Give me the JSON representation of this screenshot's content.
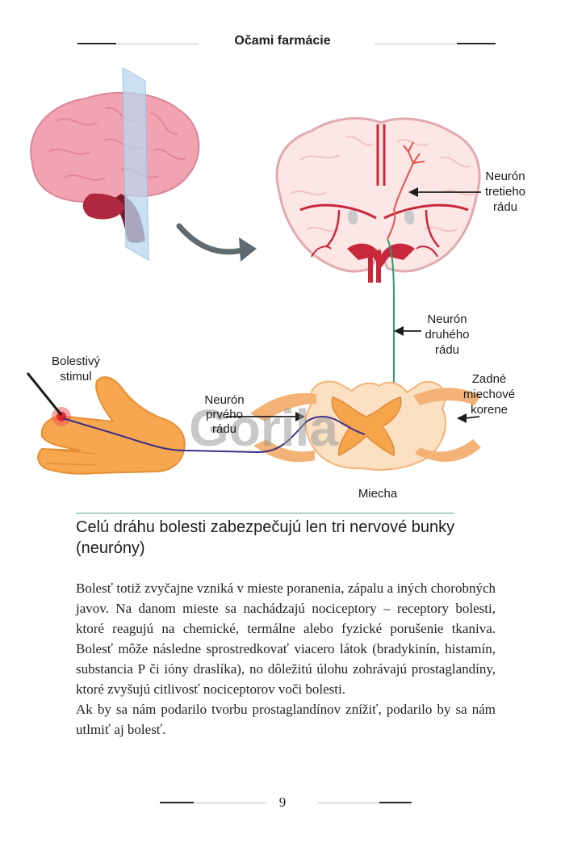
{
  "header": {
    "title": "Očami farmácie"
  },
  "figure": {
    "labels": {
      "stimulus_line1": "Bolestivý",
      "stimulus_line2": "stimul",
      "first_neuron_line1": "Neurón",
      "first_neuron_line2": "prvého",
      "first_neuron_line3": "rádu",
      "second_neuron_line1": "Neurón",
      "second_neuron_line2": "druhého",
      "second_neuron_line3": "rádu",
      "third_neuron_line1": "Neurón",
      "third_neuron_line2": "tretieho",
      "third_neuron_line3": "rádu",
      "roots_line1": "Zadné",
      "roots_line2": "miechové",
      "roots_line3": "korene",
      "spinal_cord": "Miecha"
    },
    "watermark": "Gorila",
    "colors": {
      "brain_pink": "#f2a3b1",
      "brain_red": "#c8283c",
      "cord_orange": "#f6a54b",
      "hand_orange": "#f7a750",
      "neuron1_purple": "#3c2f86",
      "neuron2_green": "#2e9b6f",
      "plane_blue": "#b9d7ef"
    }
  },
  "caption": "Celú dráhu bolesti zabezpečujú len tri nervové bunky (neuróny)",
  "body": {
    "paragraph1": "Bolesť totiž zvyčajne vzniká v mieste poranenia, zápalu a iných chorobných javov. Na danom mieste sa nachádzajú nociceptory – receptory bolesti, ktoré reagujú na chemické, termálne alebo fyzické porušenie tkaniva. Bolesť môže následne sprostredkovať viacero látok (bradykinín, histamín, substancia P či ióny draslíka), no dôležitú úlohu zohrávajú prostaglandíny, ktoré zvyšujú citlivosť nociceptorov voči bolesti.",
    "paragraph2": "Ak by sa nám podarilo tvorbu prostaglandínov znížiť, podarilo by sa nám utlmiť aj bolesť."
  },
  "footer": {
    "page_number": "9"
  }
}
